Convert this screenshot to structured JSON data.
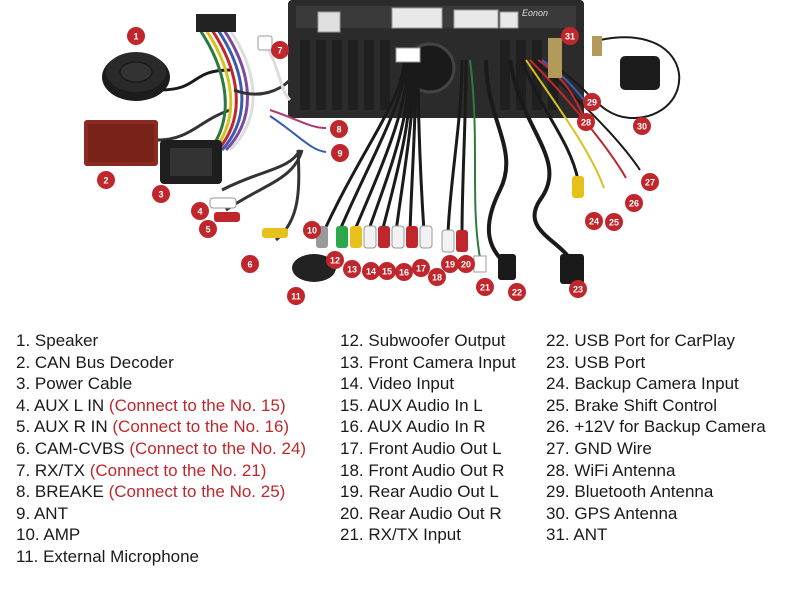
{
  "brand": "Eonon",
  "colors": {
    "badge": "#c0272d",
    "note": "#c0272d",
    "text": "#1a1a1a",
    "unit": "#2b2b2b"
  },
  "badges": [
    "1",
    "2",
    "3",
    "4",
    "5",
    "6",
    "7",
    "8",
    "9",
    "10",
    "11",
    "12",
    "13",
    "14",
    "15",
    "16",
    "17",
    "18",
    "19",
    "20",
    "21",
    "22",
    "23",
    "24",
    "25",
    "26",
    "27",
    "28",
    "29",
    "30",
    "31"
  ],
  "legend": {
    "col1": [
      {
        "text": "1. Speaker",
        "note": ""
      },
      {
        "text": "2. CAN Bus Decoder",
        "note": ""
      },
      {
        "text": "3. Power Cable",
        "note": ""
      },
      {
        "text": "4. AUX L IN ",
        "note": "(Connect to the No. 15)"
      },
      {
        "text": "5. AUX R IN ",
        "note": "(Connect to the No. 16)"
      },
      {
        "text": "6. CAM-CVBS ",
        "note": "(Connect to the No. 24)"
      },
      {
        "text": "7. RX/TX ",
        "note": "(Connect to the No. 21)"
      },
      {
        "text": "8. BREAKE ",
        "note": "(Connect to the No. 25)"
      },
      {
        "text": "9. ANT",
        "note": ""
      },
      {
        "text": "10. AMP",
        "note": ""
      },
      {
        "text": "11. External Microphone",
        "note": ""
      }
    ],
    "col2": [
      {
        "text": "12. Subwoofer Output",
        "note": ""
      },
      {
        "text": "13. Front Camera Input",
        "note": ""
      },
      {
        "text": "14. Video Input",
        "note": ""
      },
      {
        "text": "15. AUX Audio In L",
        "note": ""
      },
      {
        "text": "16. AUX Audio In R",
        "note": ""
      },
      {
        "text": "17. Front Audio Out L",
        "note": ""
      },
      {
        "text": "18. Front Audio Out R",
        "note": ""
      },
      {
        "text": "19. Rear Audio Out L",
        "note": ""
      },
      {
        "text": "20. Rear Audio Out R",
        "note": ""
      },
      {
        "text": "21. RX/TX Input",
        "note": ""
      }
    ],
    "col3": [
      {
        "text": "22. USB Port for CarPlay",
        "note": ""
      },
      {
        "text": "23. USB Port",
        "note": ""
      },
      {
        "text": "24. Backup Camera Input",
        "note": ""
      },
      {
        "text": "25. Brake Shift Control",
        "note": ""
      },
      {
        "text": "26. +12V for Backup Camera",
        "note": ""
      },
      {
        "text": "27. GND Wire",
        "note": ""
      },
      {
        "text": "28. WiFi Antenna",
        "note": ""
      },
      {
        "text": "29. Bluetooth Antenna",
        "note": ""
      },
      {
        "text": "30. GPS Antenna",
        "note": ""
      },
      {
        "text": "31. ANT",
        "note": ""
      }
    ]
  }
}
